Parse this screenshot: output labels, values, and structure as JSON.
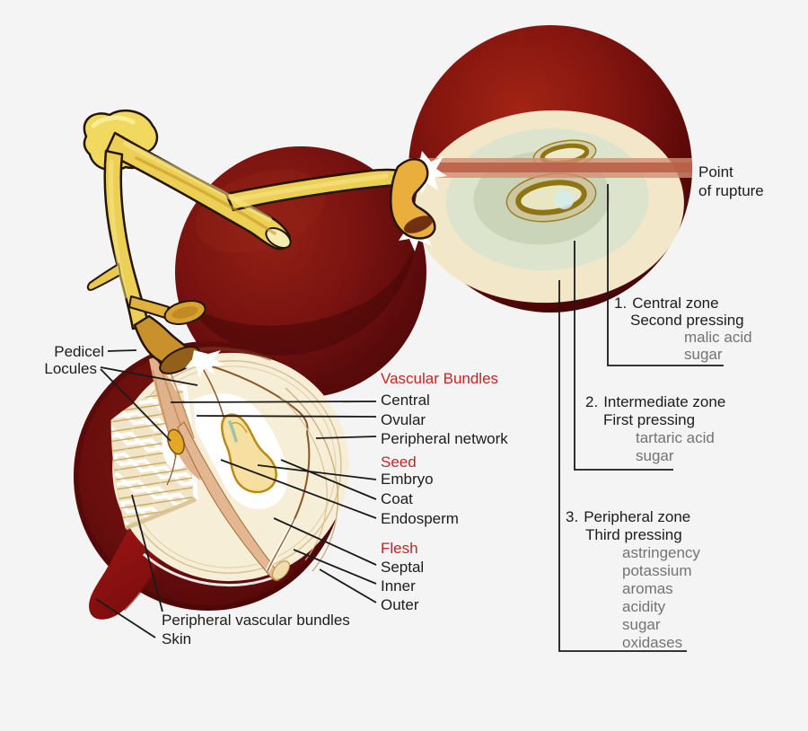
{
  "title": "Grape berry anatomy and pressing zones diagram",
  "colors": {
    "background": "#f4f4f4",
    "heading_red": "#cc2222",
    "text_black": "#1c1c1c",
    "text_gray": "#737373",
    "grape_skin_dark_red": "#7c1410",
    "pedicel_yellow": "#eccf55",
    "flesh_cream": "#f7eed8",
    "intermediate_zone_green": "#dce4cd",
    "central_zone_green": "#c9d4b9",
    "seed_gold": "#8f7414",
    "peeled_skin_red": "#a21414"
  },
  "labels": {
    "pedicel": "Pedicel",
    "locules": "Locules",
    "point_of_rupture_line1": "Point",
    "point_of_rupture_line2": "of rupture",
    "peripheral_vascular_bundles": "Peripheral vascular bundles",
    "skin": "Skin"
  },
  "anatomy_groups": [
    {
      "heading": "Vascular Bundles",
      "items": [
        "Central",
        "Ovular",
        "Peripheral network"
      ]
    },
    {
      "heading": "Seed",
      "items": [
        "Embryo",
        "Coat",
        "Endosperm"
      ]
    },
    {
      "heading": "Flesh",
      "items": [
        "Septal",
        "Inner",
        "Outer"
      ]
    }
  ],
  "zones": [
    {
      "number": "1.",
      "name": "Central zone",
      "pressing": "Second pressing",
      "compounds": [
        "malic acid",
        "sugar"
      ]
    },
    {
      "number": "2.",
      "name": "Intermediate zone",
      "pressing": "First pressing",
      "compounds": [
        "tartaric acid",
        "sugar"
      ]
    },
    {
      "number": "3.",
      "name": "Peripheral zone",
      "pressing": "Third pressing",
      "compounds": [
        "astringency",
        "potassium",
        "aromas",
        "acidity",
        "sugar",
        "oxidases"
      ]
    }
  ]
}
